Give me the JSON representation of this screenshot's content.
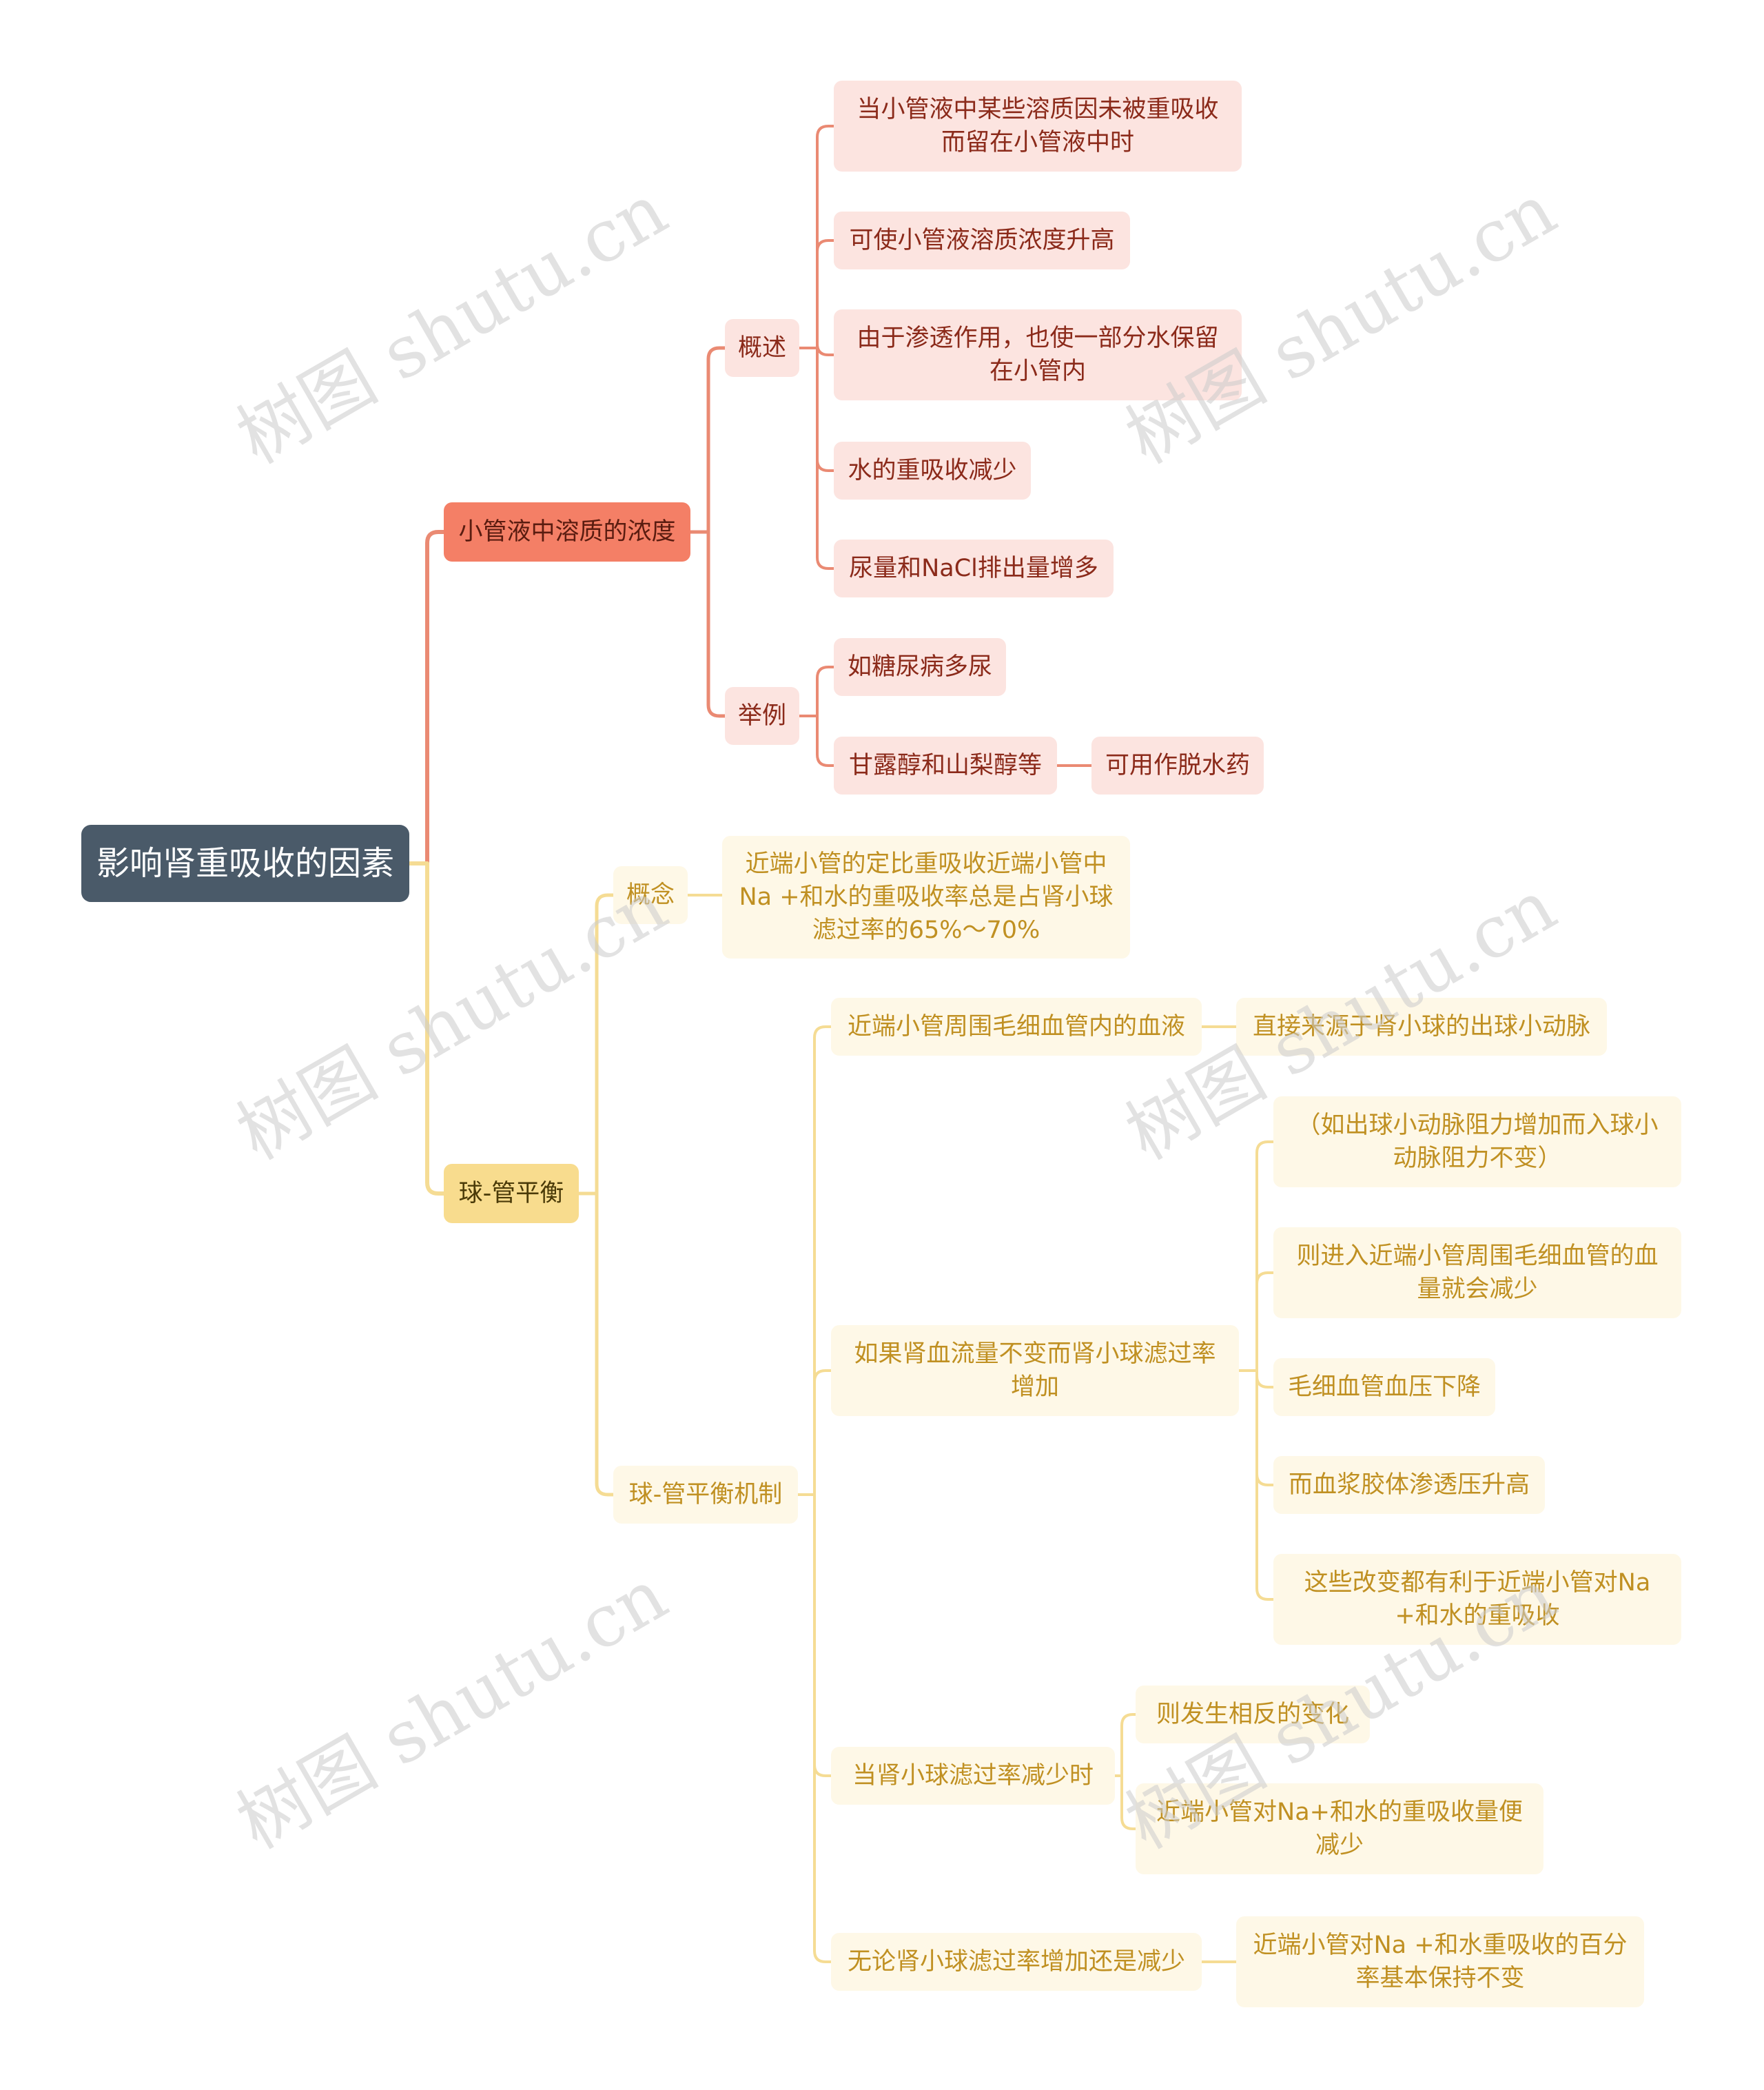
{
  "root": "影响肾重吸收的因素",
  "branch_a": {
    "label": "小管液中溶质的浓度",
    "overview": {
      "label": "概述",
      "items": [
        "当小管液中某些溶质因未被重吸收而留在小管液中时",
        "可使小管液溶质浓度升高",
        "由于渗透作用，也使一部分水保留在小管内",
        "水的重吸收减少",
        "尿量和NaCl排出量增多"
      ]
    },
    "example": {
      "label": "举例",
      "items": [
        "如糖尿病多尿",
        "甘露醇和山梨醇等"
      ],
      "sub": "可用作脱水药"
    }
  },
  "branch_b": {
    "label": "球-管平衡",
    "concept": {
      "label": "概念",
      "text": "近端小管的定比重吸收近端小管中Na +和水的重吸收率总是占肾小球滤过率的65%～70%"
    },
    "mechanism": {
      "label": "球-管平衡机制",
      "blood": {
        "label": "近端小管周围毛细血管内的血液",
        "sub": "直接来源于肾小球的出球小动脉"
      },
      "increase": {
        "label": "如果肾血流量不变而肾小球滤过率增加",
        "items": [
          "（如出球小动脉阻力增加而入球小动脉阻力不变）",
          "则进入近端小管周围毛细血管的血量就会减少",
          "毛细血管血压下降",
          "而血浆胶体渗透压升高",
          "这些改变都有利于近端小管对Na +和水的重吸收"
        ]
      },
      "decrease": {
        "label": "当肾小球滤过率减少时",
        "items": [
          "则发生相反的变化",
          "近端小管对Na+和水的重吸收量便减少"
        ]
      },
      "either": {
        "label": "无论肾小球滤过率增加还是减少",
        "sub": "近端小管对Na +和水重吸收的百分率基本保持不变"
      }
    }
  },
  "watermark": "树图 shutu.cn",
  "colors": {
    "root": "#4a5a69",
    "red_line": "#ea8a73",
    "yellow_line": "#f5dc94"
  }
}
